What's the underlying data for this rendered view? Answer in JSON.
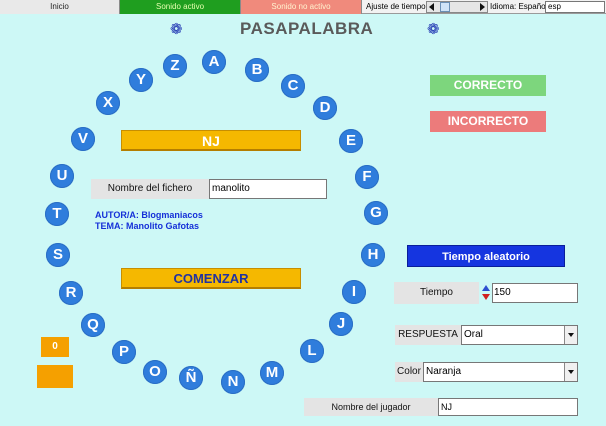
{
  "topbar": {
    "inicio": "Inicio",
    "sonido_activo": "Sonido activo",
    "sonido_no_activo": "Sonido no activo",
    "ajuste_tiempo": "Ajuste de tiempo",
    "idioma_label": "Idioma: Español",
    "idioma_value": "esp"
  },
  "title": "PASAPALABRA",
  "icons": {
    "title_left": "atom-icon",
    "title_right": "atom-icon"
  },
  "letters": [
    "A",
    "B",
    "C",
    "D",
    "E",
    "F",
    "G",
    "H",
    "I",
    "J",
    "L",
    "M",
    "N",
    "Ñ",
    "O",
    "P",
    "Q",
    "R",
    "S",
    "T",
    "U",
    "V",
    "X",
    "Y",
    "Z"
  ],
  "center": {
    "player_banner": "NJ",
    "file_label": "Nombre del fichero",
    "file_value": "manolito",
    "author": "AUTOR/A: Blogmaniacos",
    "theme": "TEMA: Manolito Gafotas",
    "start_button": "COMENZAR"
  },
  "score": {
    "value": "0"
  },
  "right": {
    "correct": "CORRECTO",
    "incorrect": "INCORRECTO",
    "random_time": "Tiempo aleatorio",
    "time_label": "Tiempo",
    "time_value": "150",
    "answer_label": "RESPUESTA",
    "answer_value": "Oral",
    "color_label": "Color",
    "color_value": "Naranja",
    "player_label": "Nombre del jugador",
    "player_value": "NJ"
  },
  "colors": {
    "background": "#cdf8f6",
    "letter": "#2f7ddc",
    "banner": "#f5b800",
    "correct": "#7dd67d",
    "incorrect": "#ec7b7b",
    "random_time": "#1535e0",
    "sound_on": "#1f9e1f",
    "sound_off": "#f08a7c"
  }
}
